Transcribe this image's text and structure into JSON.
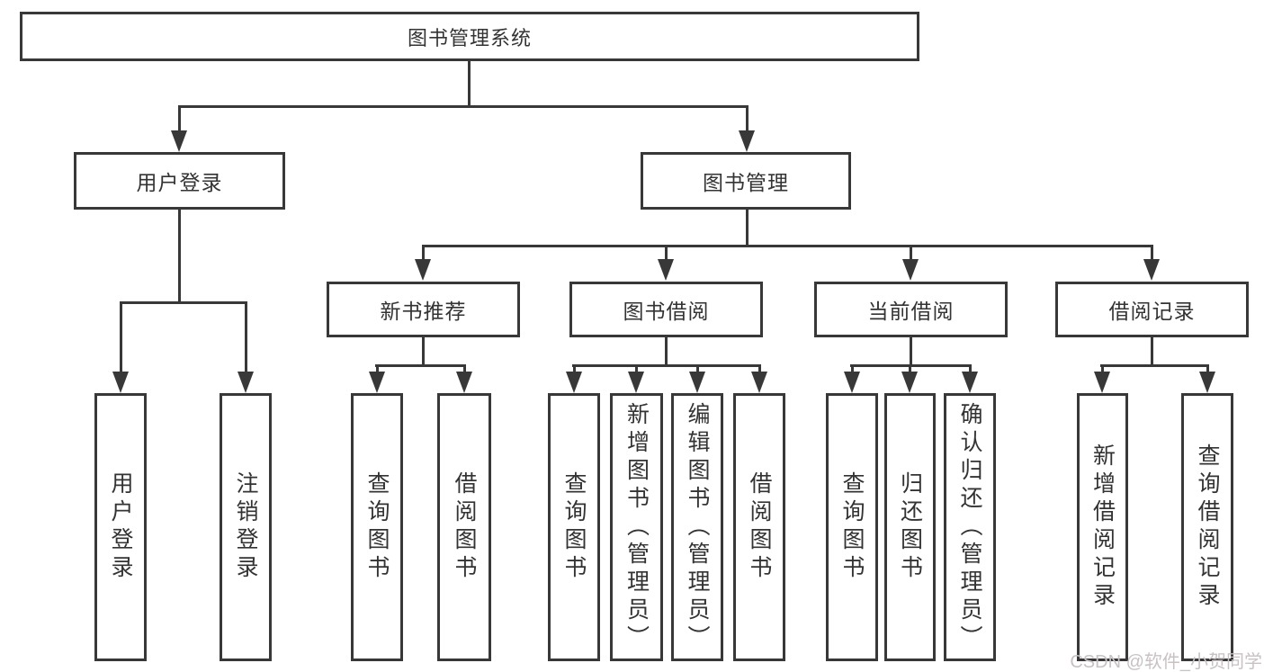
{
  "diagram": {
    "root": {
      "label": "图书管理系统"
    },
    "branches": [
      {
        "label": "用户登录",
        "children": [
          {
            "label": "用户登录"
          },
          {
            "label": "注销登录"
          }
        ]
      },
      {
        "label": "图书管理",
        "children": [
          {
            "label": "新书推荐",
            "children": [
              {
                "label": "查询图书"
              },
              {
                "label": "借阅图书"
              }
            ]
          },
          {
            "label": "图书借阅",
            "children": [
              {
                "label": "查询图书"
              },
              {
                "label": "新增图书（管理员）"
              },
              {
                "label": "编辑图书（管理员）"
              },
              {
                "label": "借阅图书"
              }
            ]
          },
          {
            "label": "当前借阅",
            "children": [
              {
                "label": "查询图书"
              },
              {
                "label": "归还图书"
              },
              {
                "label": "确认归还（管理员）"
              }
            ]
          },
          {
            "label": "借阅记录",
            "children": [
              {
                "label": "新增借阅记录"
              },
              {
                "label": "查询借阅记录"
              }
            ]
          }
        ]
      }
    ]
  },
  "watermark": {
    "text": "CSDN @软件_小贺同学"
  },
  "colors": {
    "line": "#383838",
    "text": "#333333",
    "watermark": "#c8c2c3",
    "background": "#ffffff"
  }
}
